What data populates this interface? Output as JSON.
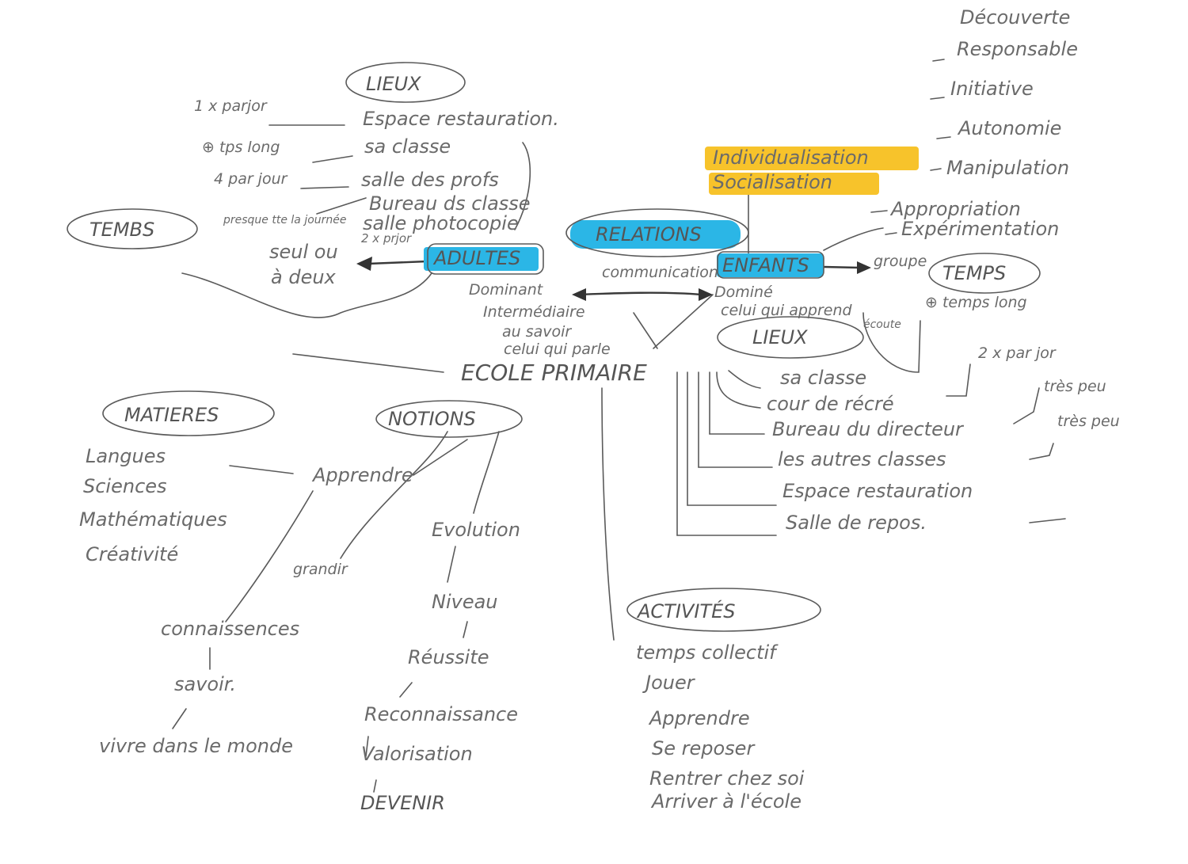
{
  "centre": "ECOLE PRIMAIRE",
  "adultes_branch": {
    "title": "ADULTES",
    "lieux_title": "LIEUX",
    "lieux": [
      "Espace restauration.",
      "sa classe",
      "salle des profs",
      "Bureau ds classe",
      "salle photocopie"
    ],
    "frequences": [
      "1 x parjor",
      "⊕ tps long",
      "4 par jour",
      "presque tte la journée",
      "2 x prjor"
    ],
    "temps_title": "TEMBS",
    "seul": "seul ou",
    "deux": "à deux",
    "roles": [
      "Dominant",
      "Intermédiaire",
      "au savoir",
      "celui qui parle"
    ]
  },
  "relations": {
    "title": "RELATIONS",
    "communication": "communication"
  },
  "enfants_branch": {
    "title": "ENFANTS",
    "individualisation": "Individualisation",
    "socialisation": "Socialisation",
    "groupe": "groupe",
    "roles": [
      "Dominé",
      "celui qui apprend"
    ],
    "ecoute": "écoute",
    "qualites": [
      "Découverte",
      "Responsable",
      "Initiative",
      "Autonomie",
      "Manipulation",
      "Appropriation",
      "Expérimentation"
    ],
    "temps_title": "TEMPS",
    "temps_long": "⊕ temps long",
    "lieux_title": "LIEUX",
    "lieux": [
      "sa classe",
      "cour de récré",
      "Bureau du directeur",
      "les autres classes",
      "Espace restauration",
      "Salle de repos."
    ],
    "freq": [
      "2 x par jor",
      "très peu",
      "très peu"
    ]
  },
  "matieres": {
    "title": "MATIERES",
    "items": [
      "Langues",
      "Sciences",
      "Mathématiques",
      "Créativité"
    ]
  },
  "notions": {
    "title": "NOTIONS",
    "items": [
      "Apprendre",
      "grandir",
      "connaissences",
      "savoir.",
      "vivre dans le monde",
      "Evolution",
      "Niveau",
      "Réussite",
      "Reconnaissance",
      "Valorisation",
      "DEVENIR"
    ]
  },
  "activites": {
    "title": "ACTIVITÉS",
    "items": [
      "temps collectif",
      "Jouer",
      "Apprendre",
      "Se reposer",
      "Rentrer chez soi",
      "Arriver à l'école"
    ]
  }
}
